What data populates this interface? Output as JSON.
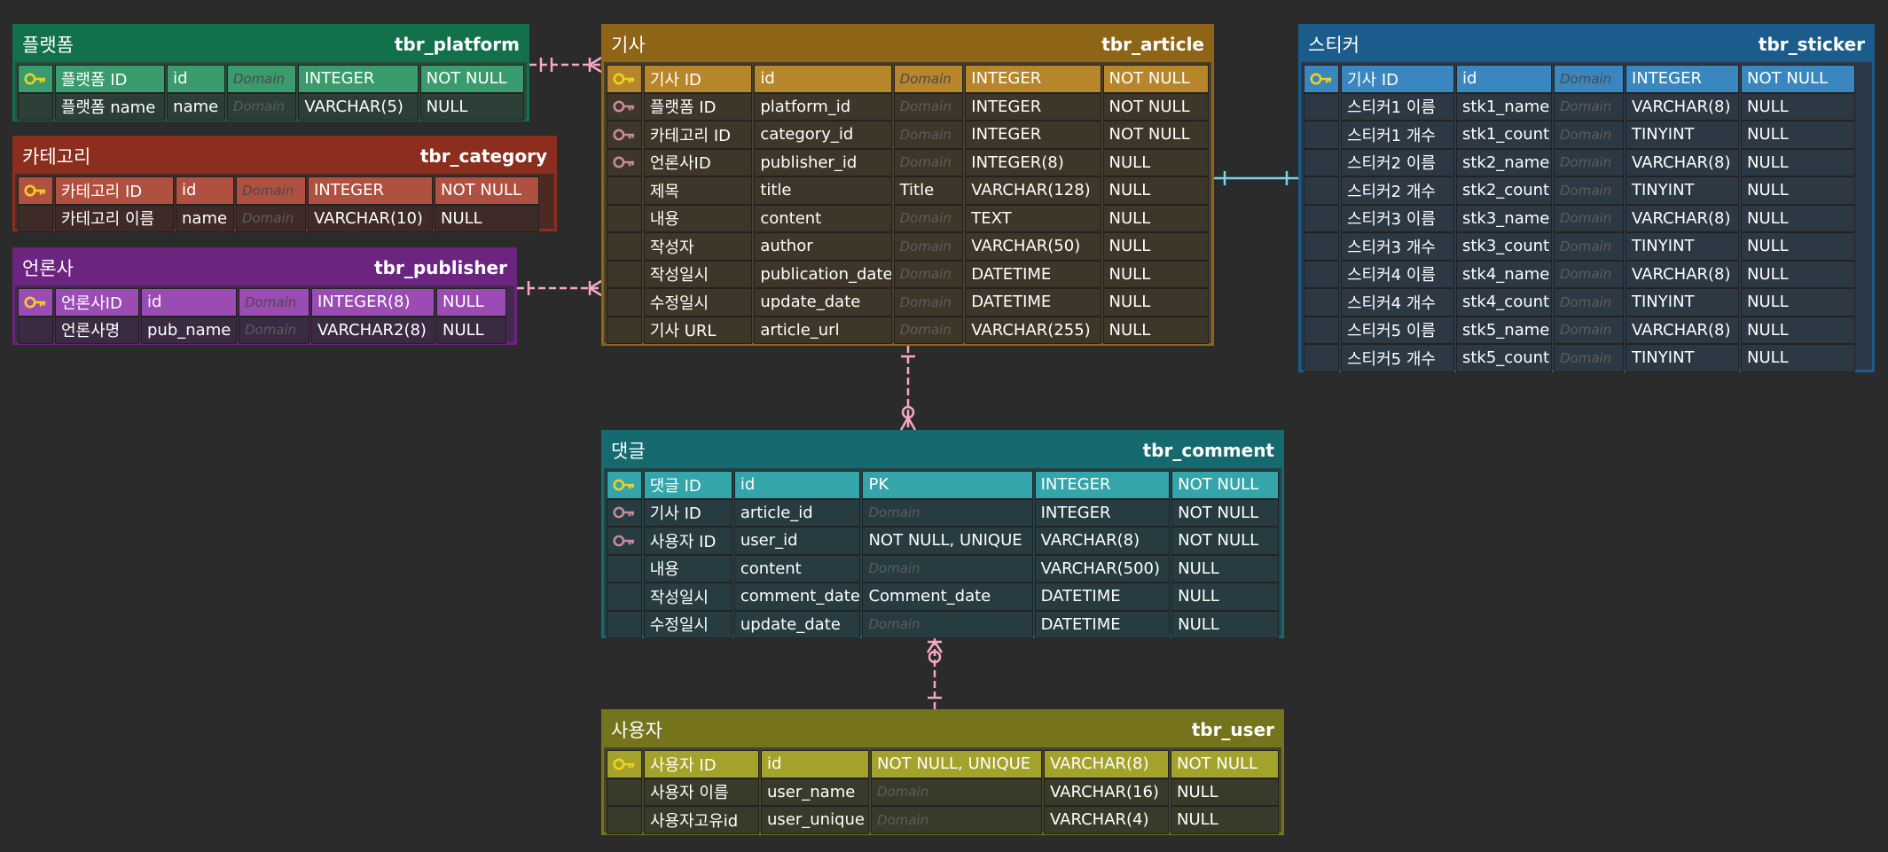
{
  "colors": {
    "relationship_line": "#f4a8c6",
    "sticker_link": "#7fd3e6"
  },
  "entities": {
    "platform": {
      "logical": "플랫폼",
      "physical": "tbr_platform",
      "rows": [
        {
          "key": "pk",
          "name": "플랫폼 ID",
          "column": "id",
          "domain": "Domain",
          "type": "INTEGER",
          "null": "NOT NULL"
        },
        {
          "key": "",
          "name": "플랫폼 name",
          "column": "name",
          "domain": "Domain",
          "type": "VARCHAR(5)",
          "null": "NULL"
        }
      ]
    },
    "category": {
      "logical": "카테고리",
      "physical": "tbr_category",
      "rows": [
        {
          "key": "pk",
          "name": "카테고리 ID",
          "column": "id",
          "domain": "Domain",
          "type": "INTEGER",
          "null": "NOT NULL"
        },
        {
          "key": "",
          "name": "카테고리 이름",
          "column": "name",
          "domain": "Domain",
          "type": "VARCHAR(10)",
          "null": "NULL"
        }
      ]
    },
    "publisher": {
      "logical": "언론사",
      "physical": "tbr_publisher",
      "rows": [
        {
          "key": "pk",
          "name": "언론사ID",
          "column": "id",
          "domain": "Domain",
          "type": "INTEGER(8)",
          "null": "NULL"
        },
        {
          "key": "",
          "name": "언론사명",
          "column": "pub_name",
          "domain": "Domain",
          "type": "VARCHAR2(8)",
          "null": "NULL"
        }
      ]
    },
    "article": {
      "logical": "기사",
      "physical": "tbr_article",
      "rows": [
        {
          "key": "pk",
          "name": "기사 ID",
          "column": "id",
          "domain": "Domain",
          "type": "INTEGER",
          "null": "NOT NULL"
        },
        {
          "key": "fk",
          "name": "플랫폼 ID",
          "column": "platform_id",
          "domain": "Domain",
          "type": "INTEGER",
          "null": "NOT NULL"
        },
        {
          "key": "fk",
          "name": "카테고리 ID",
          "column": "category_id",
          "domain": "Domain",
          "type": "INTEGER",
          "null": "NOT NULL"
        },
        {
          "key": "fk",
          "name": "언론사ID",
          "column": "publisher_id",
          "domain": "Domain",
          "type": "INTEGER(8)",
          "null": "NULL"
        },
        {
          "key": "",
          "name": "제목",
          "column": "title",
          "domain": "Title",
          "type": "VARCHAR(128)",
          "null": "NULL"
        },
        {
          "key": "",
          "name": "내용",
          "column": "content",
          "domain": "Domain",
          "type": "TEXT",
          "null": "NULL"
        },
        {
          "key": "",
          "name": "작성자",
          "column": "author",
          "domain": "Domain",
          "type": "VARCHAR(50)",
          "null": "NULL"
        },
        {
          "key": "",
          "name": "작성일시",
          "column": "publication_date",
          "domain": "Domain",
          "type": "DATETIME",
          "null": "NULL"
        },
        {
          "key": "",
          "name": "수정일시",
          "column": "update_date",
          "domain": "Domain",
          "type": "DATETIME",
          "null": "NULL"
        },
        {
          "key": "",
          "name": "기사 URL",
          "column": "article_url",
          "domain": "Domain",
          "type": "VARCHAR(255)",
          "null": "NULL"
        }
      ]
    },
    "sticker": {
      "logical": "스티커",
      "physical": "tbr_sticker",
      "rows": [
        {
          "key": "pk",
          "name": "기사 ID",
          "column": "id",
          "domain": "Domain",
          "type": "INTEGER",
          "null": "NOT NULL"
        },
        {
          "key": "",
          "name": "스티커1 이름",
          "column": "stk1_name",
          "domain": "Domain",
          "type": "VARCHAR(8)",
          "null": "NULL"
        },
        {
          "key": "",
          "name": "스티커1 개수",
          "column": "stk1_count",
          "domain": "Domain",
          "type": "TINYINT",
          "null": "NULL"
        },
        {
          "key": "",
          "name": "스티커2 이름",
          "column": "stk2_name",
          "domain": "Domain",
          "type": "VARCHAR(8)",
          "null": "NULL"
        },
        {
          "key": "",
          "name": "스티커2 개수",
          "column": "stk2_count",
          "domain": "Domain",
          "type": "TINYINT",
          "null": "NULL"
        },
        {
          "key": "",
          "name": "스티커3 이름",
          "column": "stk3_name",
          "domain": "Domain",
          "type": "VARCHAR(8)",
          "null": "NULL"
        },
        {
          "key": "",
          "name": "스티커3 개수",
          "column": "stk3_count",
          "domain": "Domain",
          "type": "TINYINT",
          "null": "NULL"
        },
        {
          "key": "",
          "name": "스티커4 이름",
          "column": "stk4_name",
          "domain": "Domain",
          "type": "VARCHAR(8)",
          "null": "NULL"
        },
        {
          "key": "",
          "name": "스티커4 개수",
          "column": "stk4_count",
          "domain": "Domain",
          "type": "TINYINT",
          "null": "NULL"
        },
        {
          "key": "",
          "name": "스티커5 이름",
          "column": "stk5_name",
          "domain": "Domain",
          "type": "VARCHAR(8)",
          "null": "NULL"
        },
        {
          "key": "",
          "name": "스티커5 개수",
          "column": "stk5_count",
          "domain": "Domain",
          "type": "TINYINT",
          "null": "NULL"
        }
      ]
    },
    "comment": {
      "logical": "댓글",
      "physical": "tbr_comment",
      "rows": [
        {
          "key": "pk",
          "name": "댓글 ID",
          "column": "id",
          "domain": "PK",
          "type": "INTEGER",
          "null": "NOT NULL"
        },
        {
          "key": "fk",
          "name": "기사 ID",
          "column": "article_id",
          "domain": "Domain",
          "type": "INTEGER",
          "null": "NOT NULL"
        },
        {
          "key": "fk",
          "name": "사용자 ID",
          "column": "user_id",
          "domain": "NOT NULL, UNIQUE",
          "type": "VARCHAR(8)",
          "null": "NOT NULL"
        },
        {
          "key": "",
          "name": "내용",
          "column": "content",
          "domain": "Domain",
          "type": "VARCHAR(500)",
          "null": "NULL"
        },
        {
          "key": "",
          "name": "작성일시",
          "column": "comment_date",
          "domain": "Comment_date",
          "type": "DATETIME",
          "null": "NULL"
        },
        {
          "key": "",
          "name": "수정일시",
          "column": "update_date",
          "domain": "Domain",
          "type": "DATETIME",
          "null": "NULL"
        }
      ]
    },
    "user": {
      "logical": "사용자",
      "physical": "tbr_user",
      "rows": [
        {
          "key": "pk",
          "name": "사용자 ID",
          "column": "id",
          "domain": "NOT NULL, UNIQUE",
          "type": "VARCHAR(8)",
          "null": "NOT NULL"
        },
        {
          "key": "",
          "name": "사용자 이름",
          "column": "user_name",
          "domain": "Domain",
          "type": "VARCHAR(16)",
          "null": "NULL"
        },
        {
          "key": "",
          "name": "사용자고유id",
          "column": "user_unique",
          "domain": "Domain",
          "type": "VARCHAR(4)",
          "null": "NULL"
        }
      ]
    }
  }
}
